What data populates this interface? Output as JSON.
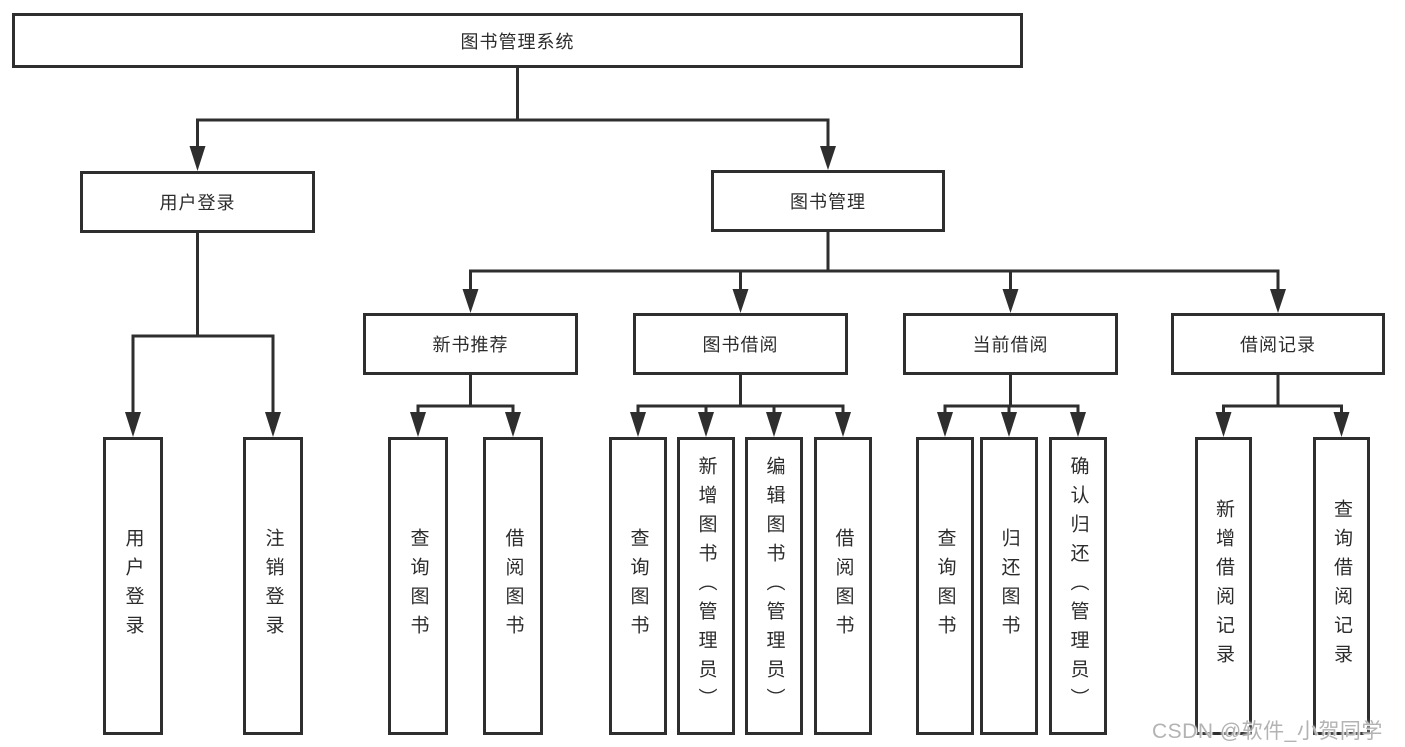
{
  "title": "图书管理系统",
  "level2": [
    "用户登录",
    "图书管理"
  ],
  "level3": [
    "新书推荐",
    "图书借阅",
    "当前借阅",
    "借阅记录"
  ],
  "leaves": {
    "user_login": [
      "用户登录",
      "注销登录"
    ],
    "new_books": [
      "查询图书",
      "借阅图书"
    ],
    "book_borrow": [
      "查询图书",
      "新增图书（管理员）",
      "编辑图书（管理员）",
      "借阅图书"
    ],
    "current_borrow": [
      "查询图书",
      "归还图书",
      "确认归还（管理员）"
    ],
    "borrow_records": [
      "新增借阅记录",
      "查询借阅记录"
    ]
  },
  "watermark": "CSDN @软件_小贺同学",
  "colors": {
    "line": "#2e2e2e",
    "text": "#2c2c2c",
    "background": "#ffffff",
    "watermark": "#b3b3b3"
  }
}
